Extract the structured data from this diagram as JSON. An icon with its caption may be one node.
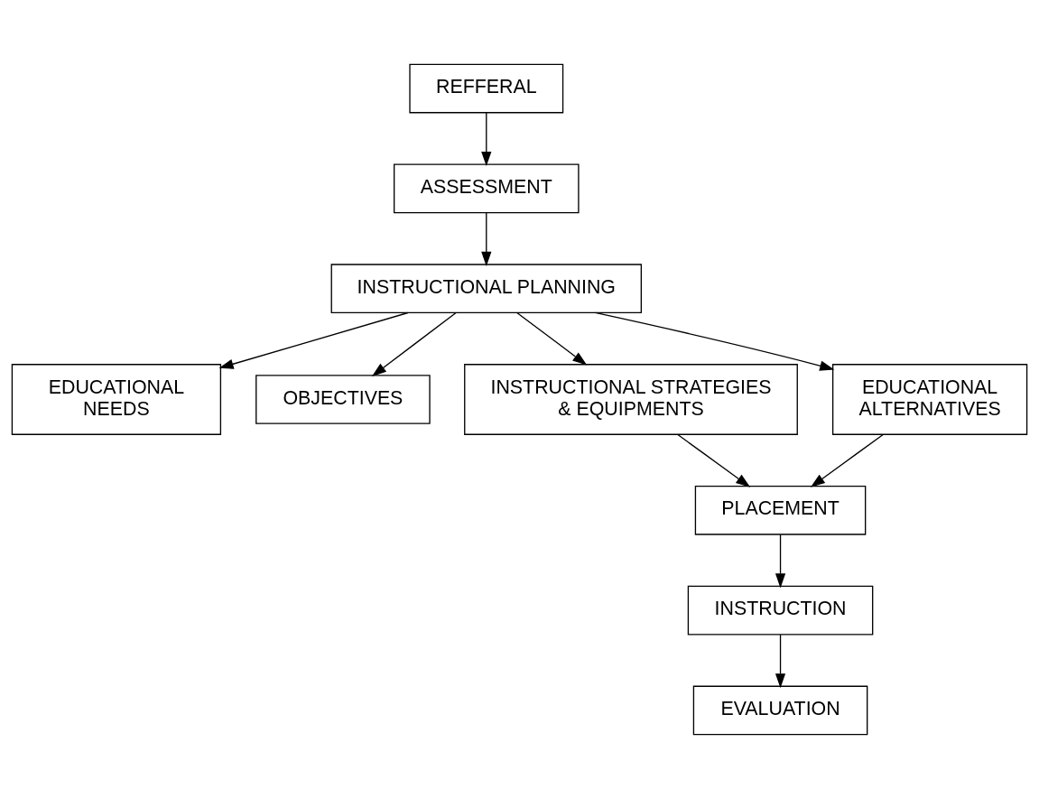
{
  "diagram": {
    "nodes": [
      {
        "text": [
          "REFFERAL"
        ]
      },
      {
        "text": [
          "ASSESSMENT"
        ]
      },
      {
        "text": [
          "INSTRUCTIONAL PLANNING"
        ]
      },
      {
        "text": [
          "EDUCATIONAL NEEDS"
        ]
      },
      {
        "text": [
          "OBJECTIVES"
        ]
      },
      {
        "text": [
          "INSTRUCTIONAL STRATEGIES & EQUIPMENTS"
        ]
      },
      {
        "text": [
          "EDUCATIONAL ALTERNATIVES"
        ]
      },
      {
        "text": [
          "PLACEMENT"
        ]
      },
      {
        "text": [
          "INSTRUCTION"
        ]
      },
      {
        "text": [
          "EVALUATION"
        ]
      }
    ],
    "edges": [
      {
        "from": 0,
        "to": 1,
        "arrow": "to"
      },
      {
        "from": 1,
        "to": 2,
        "arrow": "to"
      },
      {
        "from": 2,
        "to": 3,
        "arrow": "to"
      },
      {
        "from": 2,
        "to": 4,
        "arrow": "to"
      },
      {
        "from": 2,
        "to": 5,
        "arrow": "to"
      },
      {
        "from": 2,
        "to": 6,
        "arrow": "to"
      },
      {
        "from": 5,
        "to": 7,
        "arrow": "to"
      },
      {
        "from": 6,
        "to": 7,
        "arrow": "to"
      },
      {
        "from": 7,
        "to": 8,
        "arrow": "to"
      },
      {
        "from": 8,
        "to": 9,
        "arrow": "to"
      }
    ]
  }
}
